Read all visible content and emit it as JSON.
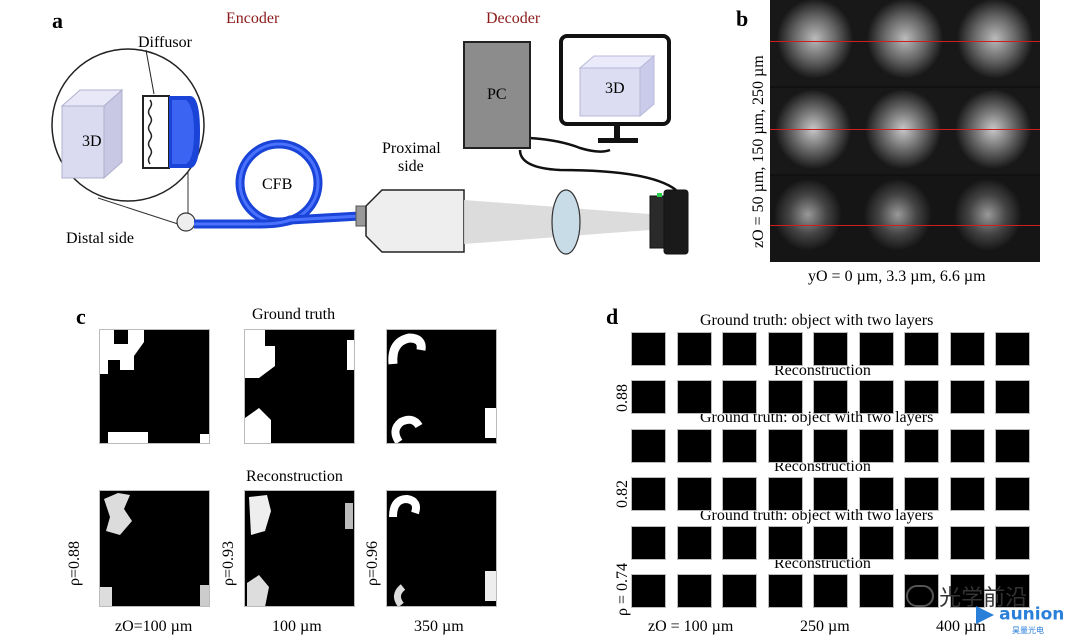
{
  "panels": {
    "a": "a",
    "b": "b",
    "c": "c",
    "d": "d"
  },
  "a": {
    "encoder": "Encoder",
    "decoder": "Decoder",
    "diffusor": "Diffusor",
    "obj3d": "3D",
    "cfb": "CFB",
    "distal": "Distal side",
    "proximal_line1": "Proximal",
    "proximal_line2": "side",
    "pc": "PC",
    "monitor3d": "3D",
    "colors": {
      "fiber": "#1a44d8",
      "fiber_light": "#4a72ff",
      "pc": "#8c8c8c",
      "cube": "#dcdcf2",
      "text_red": "#8b1a1a"
    }
  },
  "b": {
    "ylabel": "zO = 50 µm, 150 µm, 250 µm",
    "xlabel": "yO = 0 µm, 3.3 µm, 6.6 µm",
    "rows": 3,
    "cols": 3,
    "line_color": "#d21d1d"
  },
  "c": {
    "ground_truth": "Ground truth",
    "reconstruction": "Reconstruction",
    "rho": [
      "ρ=0.88",
      "ρ=0.93",
      "ρ=0.96"
    ],
    "z_labels": [
      "zO=100 µm",
      "100 µm",
      "350 µm"
    ]
  },
  "d": {
    "ground_truth": "Ground truth: object with two layers",
    "reconstruction": "Reconstruction",
    "rho": [
      "0.88",
      "0.82",
      "ρ = 0.74"
    ],
    "z_labels": [
      "zO = 100 µm",
      "250 µm",
      "400 µm"
    ],
    "cols": 9
  },
  "watermark": {
    "text": "光学前沿",
    "brand": "aunion",
    "sub": "昊量光电"
  }
}
